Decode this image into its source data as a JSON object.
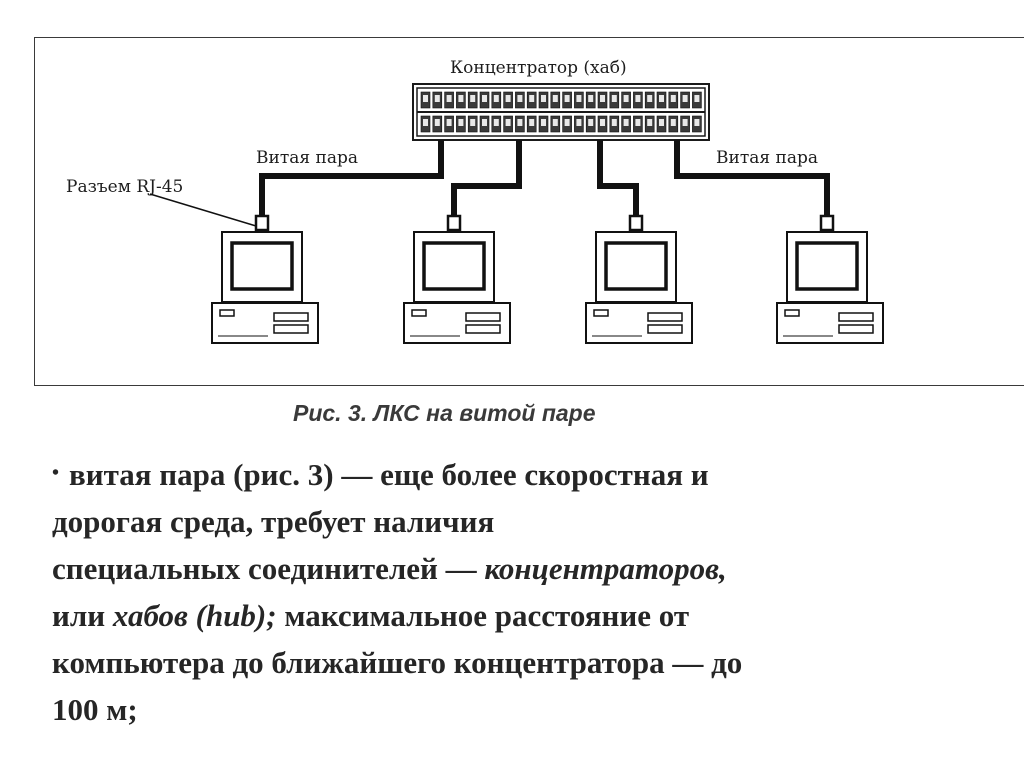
{
  "figure": {
    "hub_label": "Концентратор (хаб)",
    "cable_label_left": "Витая пара",
    "cable_label_right": "Витая пара",
    "connector_label": "Разъем RJ-45"
  },
  "caption": "Рис. 3. ЛКС на витой паре",
  "paragraph": {
    "bullet": "•",
    "l1": "витая пара (рис. 3) — еще более скоростная и",
    "l2": "дорогая среда, требует наличия",
    "l3a": "специальных соединителей — ",
    "l3b": "концентраторов,",
    "l4a": "или ",
    "l4b": "хабов (hub);",
    "l4c": " максимальное расстояние от",
    "l5": "компьютера до ближайшего концентратора — до",
    "l6": "100 м;"
  }
}
